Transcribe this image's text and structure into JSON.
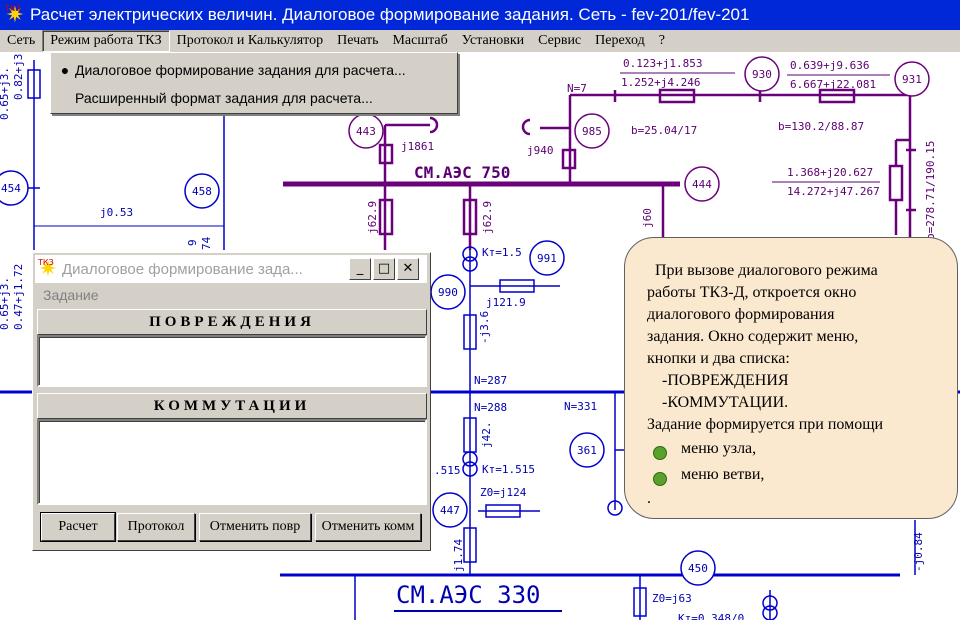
{
  "window": {
    "title": "Расчет электрических величин. Диалоговое формирование задания. Сеть - fev-201/fev-201",
    "icon_text": "ТКЗ"
  },
  "menubar": {
    "items": [
      "Сеть",
      "Режим работа ТКЗ",
      "Протокол и Калькулятор",
      "Печать",
      "Масштаб",
      "Установки",
      "Сервис",
      "Переход",
      "?"
    ]
  },
  "dropdown": {
    "items": [
      {
        "label": "Диалоговое формирование задания для расчета...",
        "checked": true
      },
      {
        "label": "Расширенный формат задания для расчета...",
        "checked": false
      }
    ]
  },
  "diagram": {
    "buses": {
      "top": "СМ.АЭС 750",
      "bottom": "СМ.АЭС 330"
    },
    "nodes": [
      "443",
      "985",
      "930",
      "931",
      "444",
      "454",
      "458",
      "990",
      "991",
      "361",
      "447",
      "450"
    ],
    "labels": {
      "l1": "0.123+j1.853",
      "l2": "1.252+j4.246",
      "l3": "0.639+j9.636",
      "l4": "6.667+j22.081",
      "l5": "N=7",
      "l6": "b=25.04/17",
      "l7": "b=130.2/88.87",
      "l8": "j940",
      "l9": "j1861",
      "l10": "1.368+j20.627",
      "l11": "14.272+j47.267",
      "l12": "b=278.71/190.15",
      "l13": "j62.9",
      "l14": "j62.9",
      "l15": "j60",
      "l16": "Кт=1.5",
      "l17": "j121.9",
      "l18": "-j3.6",
      "l19": "N=287",
      "l20": "N=288",
      "l21": "N=331",
      "l22": "j42.",
      "l23": "Кт=1.515",
      "l24": "Z0=j124",
      "l25": "j1.74",
      "l26": "Z0=j63",
      "l27": "-j0.84",
      "l28": "j0.53",
      "l29": ".515",
      "l30": "0.82+j3.",
      "l31": "0.47+j1.72",
      "l32": "0.65+j3.",
      "l33": "0.65+j3.",
      "l34": "9",
      "l35": "74",
      "l36": "Кт=0.348/0"
    }
  },
  "dialog": {
    "title": "Диалоговое формирование зада...",
    "menu": "Задание",
    "damages_header": "ПОВРЕЖДЕНИЯ",
    "switching_header": "КОММУТАЦИИ",
    "buttons": [
      "Расчет",
      "Протокол",
      "Отменить повр",
      "Отменить комм"
    ]
  },
  "callout": {
    "lines": [
      "При вызове диалогового режима",
      "работы ТКЗ-Д, откроется окно",
      "диалогового формирования",
      "задания. Окно содержит меню,",
      "кнопки и два списка:",
      "-ПОВРЕЖДЕНИЯ",
      "-КОММУТАЦИИ.",
      "Задание формируется при помощи"
    ],
    "bullets": [
      "меню узла,",
      "меню ветви,"
    ],
    "trail": "."
  },
  "colors": {
    "titlebar": "#0028d8",
    "diagram_line": "#6a007a",
    "blue_line": "#0000cc",
    "callout_bg": "#fae8cf",
    "bullet": "#5aa02c"
  }
}
